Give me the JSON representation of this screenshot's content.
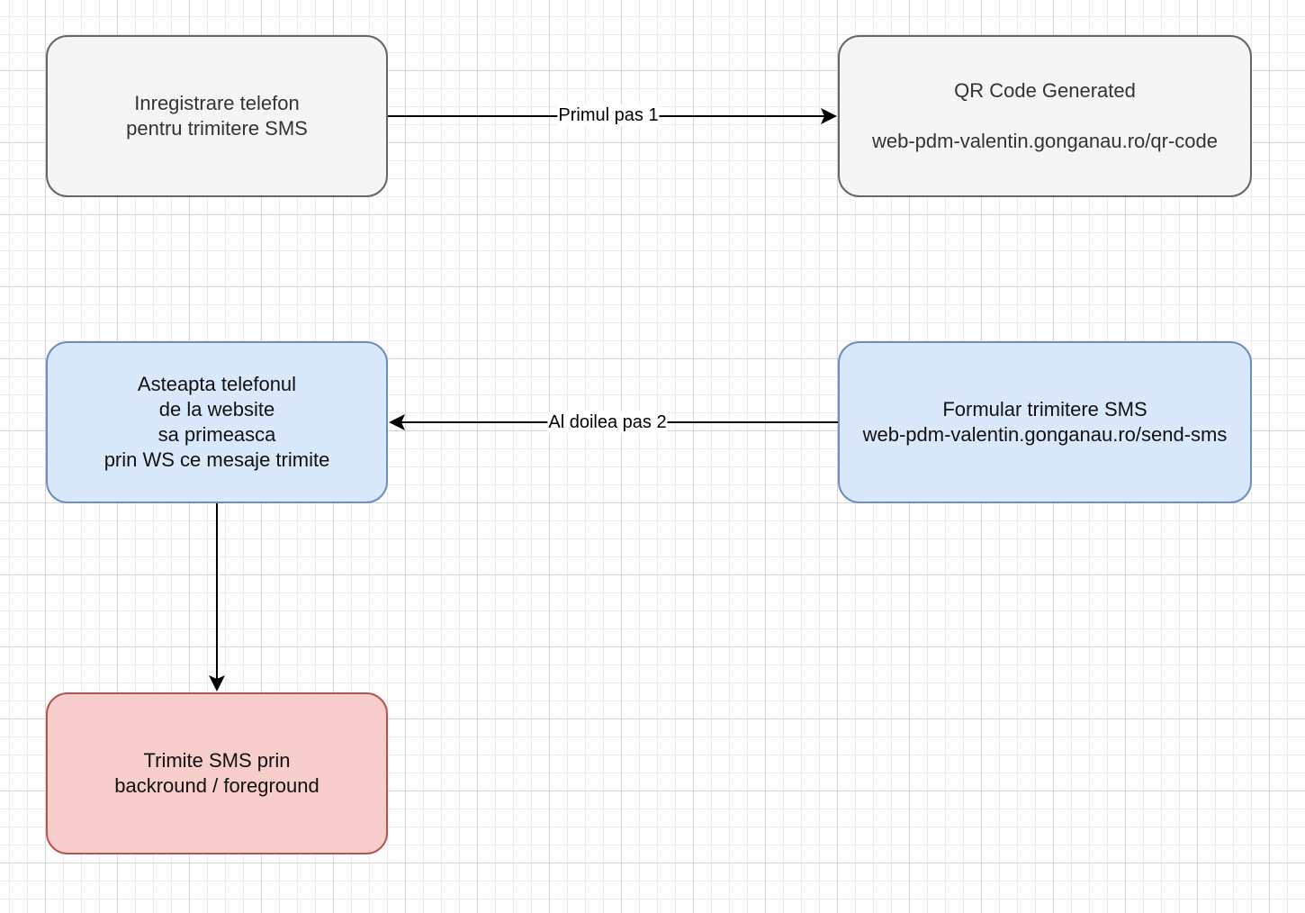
{
  "nodes": {
    "register": {
      "text": "Inregistrare telefon\npentru trimitere SMS",
      "fill": "#f5f5f5",
      "stroke": "#666666"
    },
    "qr": {
      "title": "QR Code Generated",
      "url": "web-pdm-valentin.gonganau.ro/qr-code",
      "fill": "#f5f5f5",
      "stroke": "#666666"
    },
    "wait": {
      "text": "Asteapta telefonul\nde la website\nsa primeasca\nprin WS ce mesaje trimite",
      "fill": "#dae8fc",
      "stroke": "#6c8ebf"
    },
    "form": {
      "text": "Formular trimitere SMS\nweb-pdm-valentin.gonganau.ro/send-sms",
      "fill": "#dae8fc",
      "stroke": "#6c8ebf"
    },
    "send": {
      "text": "Trimite SMS prin\nbackround / foreground",
      "fill": "#f8cecc",
      "stroke": "#b85450"
    }
  },
  "edges": {
    "step1": {
      "label": "Primul pas 1",
      "from": "register",
      "to": "qr"
    },
    "step2": {
      "label": "Al doilea pas 2",
      "from": "form",
      "to": "wait"
    },
    "step3": {
      "label": "",
      "from": "wait",
      "to": "send"
    }
  }
}
